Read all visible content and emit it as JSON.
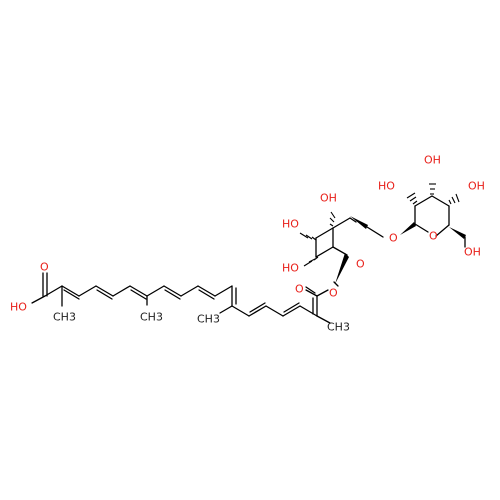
{
  "diagram": {
    "label_color_heteroatom": "#e8201a",
    "label_color_carbon": "#222222",
    "atom_labels": {
      "acid_o": "O",
      "acid_oh": "HO",
      "ester_o_carbonyl": "O",
      "ester_o_link": "O",
      "me_c2": "CH3",
      "me_c6": "CH3",
      "me_c10": "CH3",
      "me_c14": "CH3",
      "g1_ring_o": "O",
      "g1_oh2": "HO",
      "g1_oh3": "HO",
      "g1_oh4": "OH",
      "glyco_o": "O",
      "g2_ring_o": "O",
      "g2_oh2": "HO",
      "g2_oh3": "OH",
      "g2_oh4": "OH",
      "g2_ch2oh": "OH"
    }
  }
}
